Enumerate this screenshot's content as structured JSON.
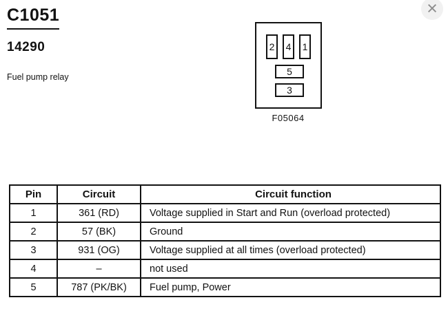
{
  "viewer": {
    "close_glyph": "×"
  },
  "header": {
    "connector_id": "C1051",
    "part_number": "14290",
    "description": "Fuel pump relay"
  },
  "diagram": {
    "caption": "F05064",
    "pins_top": [
      "2",
      "4",
      "1"
    ],
    "pins_bottom": [
      "5",
      "3"
    ]
  },
  "table": {
    "headers": [
      "Pin",
      "Circuit",
      "Circuit function"
    ],
    "rows": [
      [
        "1",
        "361 (RD)",
        "Voltage supplied in Start and Run (overload protected)"
      ],
      [
        "2",
        "57 (BK)",
        "Ground"
      ],
      [
        "3",
        "931 (OG)",
        "Voltage supplied at all times (overload protected)"
      ],
      [
        "4",
        "–",
        "not used"
      ],
      [
        "5",
        "787 (PK/BK)",
        "Fuel pump, Power"
      ]
    ]
  },
  "colors": {
    "ink": "#121212",
    "background": "#ffffff",
    "close_icon": "#8e8e8e",
    "close_bg": "#f1f1f1"
  }
}
